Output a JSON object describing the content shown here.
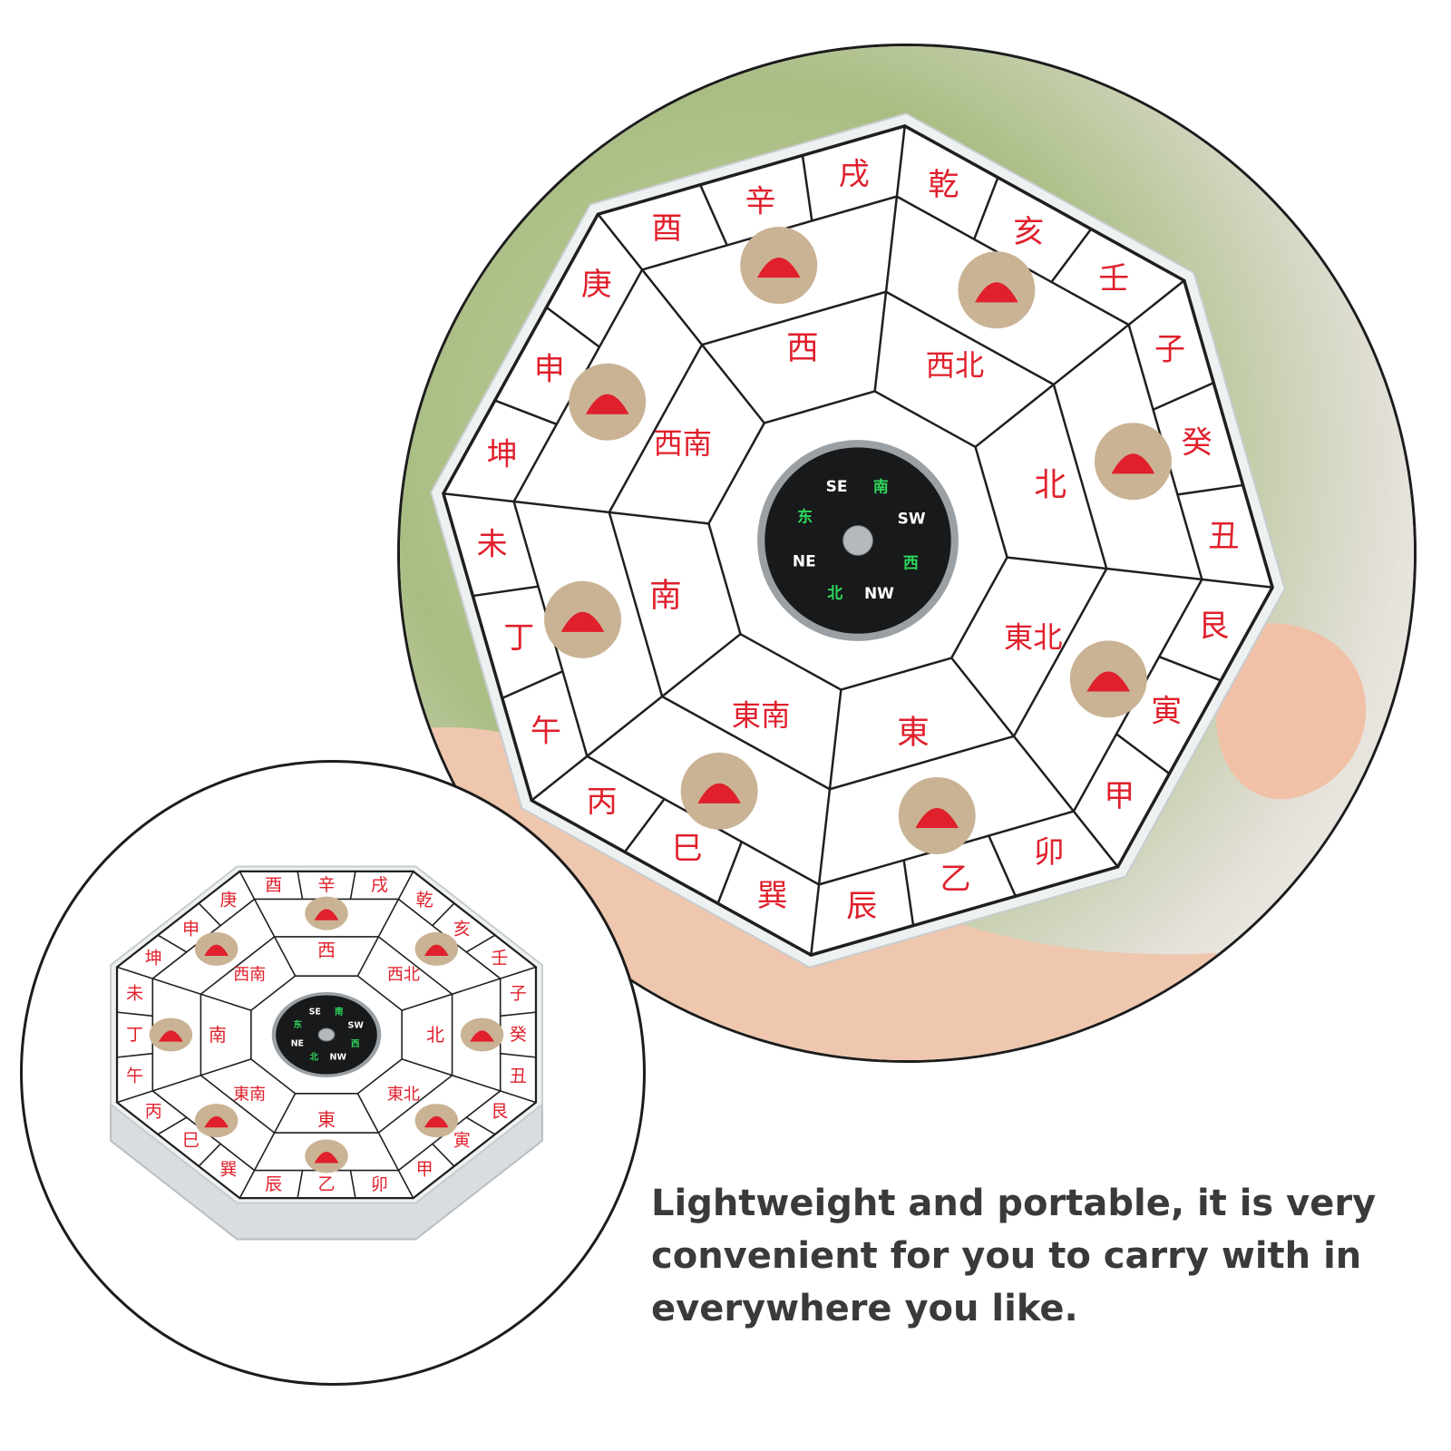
{
  "caption": "Lightweight and portable, it is very convenient for you to carry with in everywhere you like.",
  "bagua": {
    "outer_ring": [
      "子",
      "癸",
      "丑",
      "艮",
      "寅",
      "甲",
      "卯",
      "乙",
      "辰",
      "巽",
      "巳",
      "丙",
      "午",
      "丁",
      "未",
      "坤",
      "申",
      "庚",
      "酉",
      "辛",
      "戌",
      "乾",
      "亥",
      "壬"
    ],
    "directions": [
      "北",
      "東北",
      "東",
      "東南",
      "南",
      "西南",
      "西",
      "西北"
    ],
    "compass_labels": [
      "SE",
      "南",
      "SW",
      "西",
      "NW",
      "北",
      "NE",
      "东"
    ]
  },
  "colors": {
    "text_red": "#e0202c",
    "trigram_badge": "#c9b394",
    "line": "#1f1f1f",
    "compass_green": "#2fd65a",
    "caption": "#3a3a3a"
  },
  "icons": [
    "trigram-symbol-icon",
    "compass-needle-icon"
  ]
}
